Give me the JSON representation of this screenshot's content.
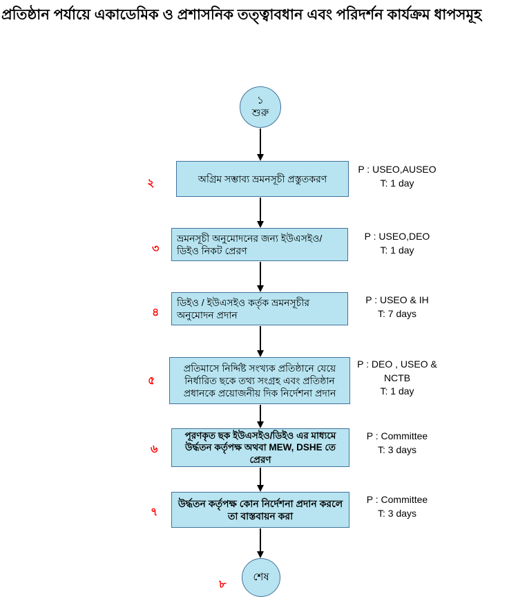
{
  "title": "প্রতিষ্ঠান পর্যায়ে একাডেমিক ও প্রশাসনিক তত্ত্বাবধান এবং পরিদর্শন কার্যক্রম ধাপসমূহ",
  "colors": {
    "box_fill": "#B7E4F0",
    "box_border": "#41719C",
    "number_red": "#FF0000",
    "arrow": "#000000",
    "text": "#000000"
  },
  "steps": [
    {
      "num": "১",
      "type": "start",
      "label": "শুরু"
    },
    {
      "num": "২",
      "type": "process",
      "label": "অগ্রিম সম্ভাব্য ভ্রমনসূচী প্রস্তুতকরণ",
      "p": "P : USEO,AUSEO",
      "t": "T: 1 day"
    },
    {
      "num": "৩",
      "type": "process",
      "label": "ভ্রমনসূচী অনুমোদনের জন্য ইউএসইও/ডিইও নিকট  প্রেরণ",
      "p": "P : USEO,DEO",
      "t": "T: 1 day"
    },
    {
      "num": "৪",
      "type": "process",
      "label": "ডিইও / ইউএসইও কর্তৃক ভ্রমনসূচীর অনুমোদন প্রদান",
      "p": "P : USEO & IH",
      "t": "T: 7 days"
    },
    {
      "num": "৫",
      "type": "process",
      "label": "প্রতিমাসে নির্দ্দিষ্ট সংখ্যক প্রতিষ্ঠানে যেয়ে নির্ধারিত ছকে তথ্য সংগ্রহ এবং প্রতিষ্ঠান প্রধানকে প্রয়োজনীয় দিক নির্দেশনা প্রদান",
      "p": "P : DEO , USEO & NCTB",
      "t": "T: 1 day"
    },
    {
      "num": "৬",
      "type": "process",
      "label": "পূরণকৃত ছক ইউএসইও/ডিইও  এর মাধ্যমে উর্দ্ধতন কর্তৃপক্ষ অথবা MEW, DSHE তে প্রেরণ",
      "p": "P : Committee",
      "t": "T: 3 days"
    },
    {
      "num": "৭",
      "type": "process",
      "label": "উর্দ্ধতন কর্তৃপক্ষ কোন নির্দেশনা প্রদান করলে তা বাস্তবায়ন করা",
      "p": "P : Committee",
      "t": "T: 3 days"
    },
    {
      "num": "৮",
      "type": "end",
      "label": "শেষ"
    }
  ]
}
